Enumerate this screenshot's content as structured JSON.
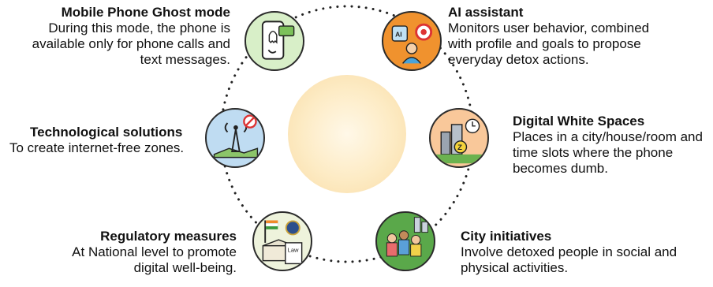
{
  "items": [
    {
      "title": "Mobile Phone Ghost mode",
      "desc": [
        "During this mode, the phone is",
        "available only for phone calls and",
        "text messages."
      ],
      "icon": "phone-ghost-icon"
    },
    {
      "title": "AI assistant",
      "desc": [
        "Monitors user behavior, combined",
        "with profile and goals to propose",
        "everyday detox actions."
      ],
      "icon": "ai-brain-icon"
    },
    {
      "title": "Technological solutions",
      "desc": [
        "To create internet-free zones."
      ],
      "icon": "antenna-blocked-icon"
    },
    {
      "title": "Digital White Spaces",
      "desc": [
        "Places in a city/house/room and",
        "time slots where the phone",
        "becomes dumb."
      ],
      "icon": "city-clock-icon"
    },
    {
      "title": "Regulatory measures",
      "desc": [
        "At National level to promote",
        "digital well-being."
      ],
      "icon": "government-law-icon"
    },
    {
      "title": "City initiatives",
      "desc": [
        "Involve detoxed people in social and",
        "physical activities."
      ],
      "icon": "community-people-icon"
    }
  ],
  "colors": {
    "ghost": "#d8efc8",
    "ai": "#f0922e",
    "tech": "#bfdcf2",
    "white": "#f9c89a",
    "reg": "#eef3dc",
    "city": "#5aa84a",
    "sun": "#fdebc4"
  }
}
